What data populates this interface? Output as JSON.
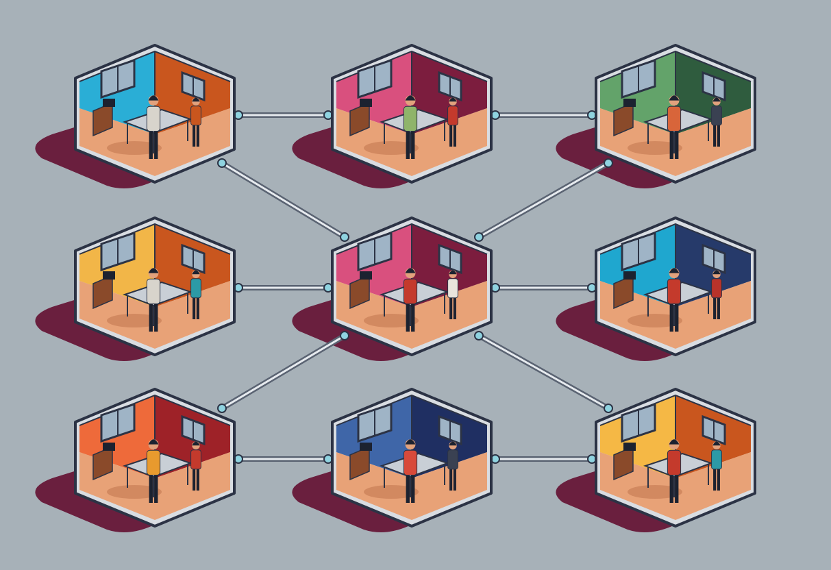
{
  "palette": {
    "background": "#a7b1b8",
    "shadow": "#6a1f3e",
    "outline": "#2c3345",
    "frame": "#d9dde2",
    "floor": "#e8a277",
    "floor_dark": "#b86a45",
    "connector": "#5a6372",
    "connector_light": "#e7ebef",
    "node": "#8fd3e0",
    "window": "#9fb4c6",
    "desk": "#c9cfd6",
    "skin": "#e2a27d",
    "dark": "#1c2230"
  },
  "rooms": [
    {
      "id": "room-top-left",
      "left_wall": "#2aaed6",
      "right_wall": "#c9561e",
      "shirt_a": "#d8d4cc",
      "shirt_b": "#c9561e"
    },
    {
      "id": "room-top-center",
      "left_wall": "#d9507e",
      "right_wall": "#7c1d3e",
      "shirt_a": "#8fb46a",
      "shirt_b": "#c43a2c"
    },
    {
      "id": "room-top-right",
      "left_wall": "#63a36a",
      "right_wall": "#2f5c3e",
      "shirt_a": "#d8653a",
      "shirt_b": "#3a4152"
    },
    {
      "id": "room-middle-left",
      "left_wall": "#f2b648",
      "right_wall": "#c9561e",
      "shirt_a": "#d8d4cc",
      "shirt_b": "#2c9aa6"
    },
    {
      "id": "room-middle-center",
      "left_wall": "#d9507e",
      "right_wall": "#7c1d3e",
      "shirt_a": "#c43a2c",
      "shirt_b": "#e8e4dc"
    },
    {
      "id": "room-middle-right",
      "left_wall": "#1fa7cf",
      "right_wall": "#263a6a",
      "shirt_a": "#c43a2c",
      "shirt_b": "#b8332a"
    },
    {
      "id": "room-bottom-left",
      "left_wall": "#ee6a3a",
      "right_wall": "#9e2228",
      "shirt_a": "#e89a2e",
      "shirt_b": "#c43a2c"
    },
    {
      "id": "room-bottom-center",
      "left_wall": "#3f66a8",
      "right_wall": "#1f2f62",
      "shirt_a": "#d84a3a",
      "shirt_b": "#3a4152"
    },
    {
      "id": "room-bottom-right",
      "left_wall": "#f5b845",
      "right_wall": "#c9561e",
      "shirt_a": "#c43a2c",
      "shirt_b": "#2c9aa6"
    }
  ],
  "connectors": [
    {
      "id": "link-top-left-to-top-center",
      "from": "room-top-left",
      "to": "room-top-center"
    },
    {
      "id": "link-top-center-to-top-right",
      "from": "room-top-center",
      "to": "room-top-right"
    },
    {
      "id": "link-middle-left-to-middle-center",
      "from": "room-middle-left",
      "to": "room-middle-center"
    },
    {
      "id": "link-middle-center-to-middle-right",
      "from": "room-middle-center",
      "to": "room-middle-right"
    },
    {
      "id": "link-bottom-left-to-bottom-center",
      "from": "room-bottom-left",
      "to": "room-bottom-center"
    },
    {
      "id": "link-bottom-center-to-bottom-right",
      "from": "room-bottom-center",
      "to": "room-bottom-right"
    },
    {
      "id": "link-top-left-to-middle-center",
      "from": "room-top-left",
      "to": "room-middle-center"
    },
    {
      "id": "link-top-right-to-middle-center",
      "from": "room-top-right",
      "to": "room-middle-center"
    },
    {
      "id": "link-middle-center-to-bottom-left",
      "from": "room-middle-center",
      "to": "room-bottom-left"
    },
    {
      "id": "link-middle-center-to-bottom-right",
      "from": "room-middle-center",
      "to": "room-bottom-right"
    }
  ]
}
